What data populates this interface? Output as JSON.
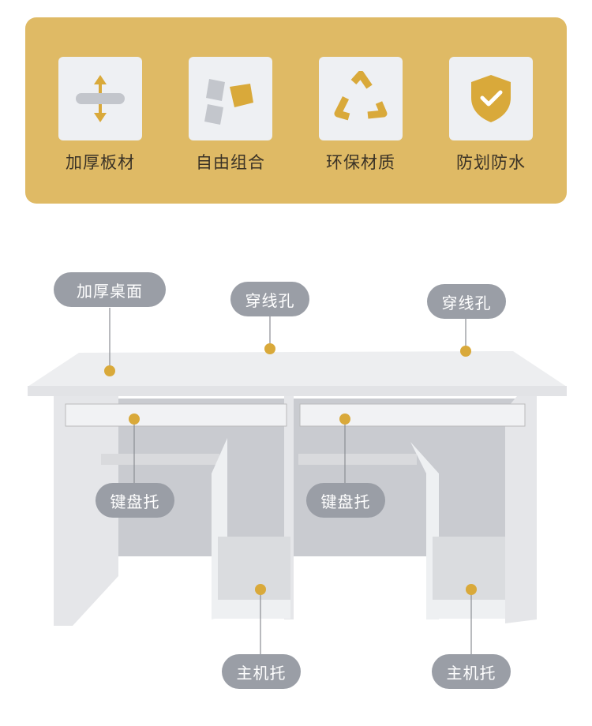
{
  "features": [
    {
      "label": "加厚板材",
      "icon": "thickness-arrows-icon"
    },
    {
      "label": "自由组合",
      "icon": "puzzle-icon"
    },
    {
      "label": "环保材质",
      "icon": "recycle-icon"
    },
    {
      "label": "防划防水",
      "icon": "shield-check-icon"
    }
  ],
  "callouts": {
    "desktop": "加厚桌面",
    "cable_hole_left": "穿线孔",
    "cable_hole_right": "穿线孔",
    "keyboard_tray_left": "键盘托",
    "keyboard_tray_right": "键盘托",
    "cpu_stand_left": "主机托",
    "cpu_stand_right": "主机托"
  },
  "colors": {
    "banner": "#DFBA65",
    "accent": "#D9A93A",
    "pill": "#9A9EA6"
  }
}
